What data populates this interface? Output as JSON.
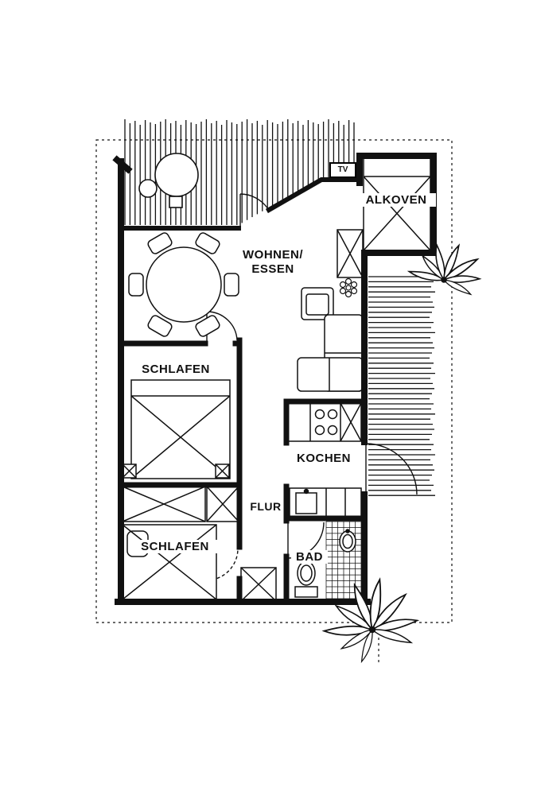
{
  "plan": {
    "type": "apartment-floor-plan",
    "labels": {
      "tv": "TV",
      "alkoven": "ALKOVEN",
      "wohnen_essen_line1": "WOHNEN/",
      "wohnen_essen_line2": "ESSEN",
      "schlafen_1": "SCHLAFEN",
      "kochen": "KOCHEN",
      "flur": "FLUR",
      "schlafen_2": "SCHLAFEN",
      "bad": "BAD"
    },
    "colors": {
      "ink": "#111111",
      "background": "#ffffff"
    }
  }
}
